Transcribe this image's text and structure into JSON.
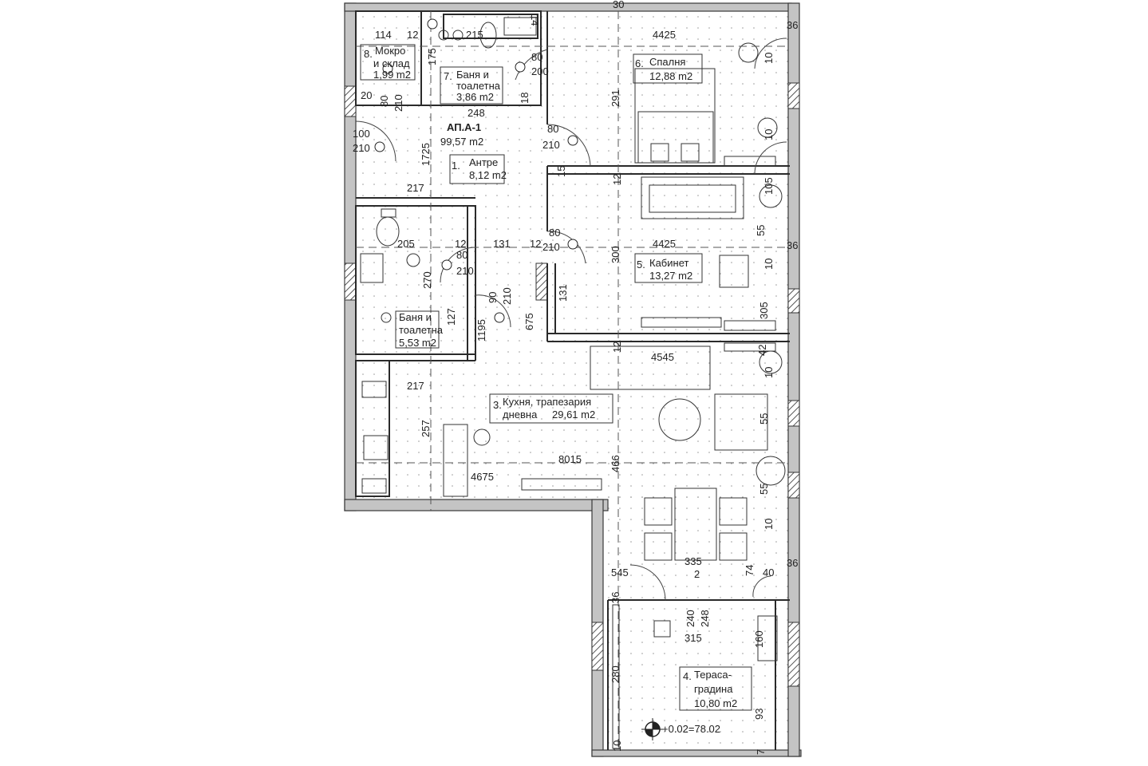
{
  "apartment": {
    "name": "АП.А-1",
    "area": "99,57 m2"
  },
  "rooms": [
    {
      "num": "1.",
      "line1": "Антре",
      "line2": "8,12 m2"
    },
    {
      "num": "2",
      "line1": "",
      "line2": ""
    },
    {
      "num": "3.",
      "line1": "Кухня, трапезария",
      "line2": "дневна",
      "line3": "29,61 m2"
    },
    {
      "num": "4.",
      "line1": "Тераса-",
      "line2": "градина",
      "line3": "10,80 m2"
    },
    {
      "num": "5.",
      "line1": "Кабинет",
      "line2": "13,27 m2"
    },
    {
      "num": "6.",
      "line1": "Спалня",
      "line2": "12,88 m2"
    },
    {
      "num": "7.",
      "line1": "Баня и",
      "line2": "тоалетна",
      "line3": "3,86 m2"
    },
    {
      "num": "8.",
      "line1": "Мокро",
      "line2": "и склад",
      "line3": "1,99 m2"
    },
    {
      "num": "",
      "line1": "Баня и",
      "line2": "тоалетна",
      "line3": "5,53 m2"
    }
  ],
  "level_mark": "+0.02=78.02",
  "dims": {
    "d114": "114",
    "d12a": "12",
    "d175": "175",
    "d215": "215",
    "d14": "14",
    "d30": "30",
    "d4425a": "4425",
    "d36a": "36",
    "d20": "20",
    "d80a": "80",
    "d210a": "210",
    "d80b": "80",
    "d200": "200",
    "d291": "291",
    "d248": "248",
    "d18": "18",
    "d10a": "10",
    "d10b": "10",
    "d100": "100",
    "d210b": "210",
    "d80c": "80",
    "d210c": "210",
    "d1725": "1725",
    "d15": "15",
    "d12b": "12",
    "d217a": "217",
    "d105": "105",
    "d205": "205",
    "d12c": "12",
    "d131a": "131",
    "d12d": "12",
    "d80d": "80",
    "d210d": "210",
    "d300": "300",
    "d4425b": "4425",
    "d55a": "55",
    "d36b": "36",
    "d80e": "80",
    "d210e": "210",
    "d270": "270",
    "d90": "90",
    "d210f": "210",
    "d131b": "131",
    "d10c": "10",
    "d127": "127",
    "d1195": "1195",
    "d675": "675",
    "d305": "305",
    "d12e": "12",
    "d4545": "4545",
    "d42": "42",
    "d217b": "217",
    "d10d": "10",
    "d257": "257",
    "d55b": "55",
    "d8015": "8015",
    "d466": "466",
    "d4675": "4675",
    "d55c": "55",
    "d10e": "10",
    "d335": "335",
    "d545": "545",
    "d74": "74",
    "d40": "40",
    "d36c": "36",
    "d36d": "36",
    "d240": "240",
    "d248b": "248",
    "d315": "315",
    "d160": "160",
    "d280": "280",
    "d93": "93",
    "d10f": "10",
    "d7": "7"
  },
  "colors": {
    "wall": "#b5b5b5",
    "line": "#2a2a2a",
    "hatch": "#555555"
  }
}
